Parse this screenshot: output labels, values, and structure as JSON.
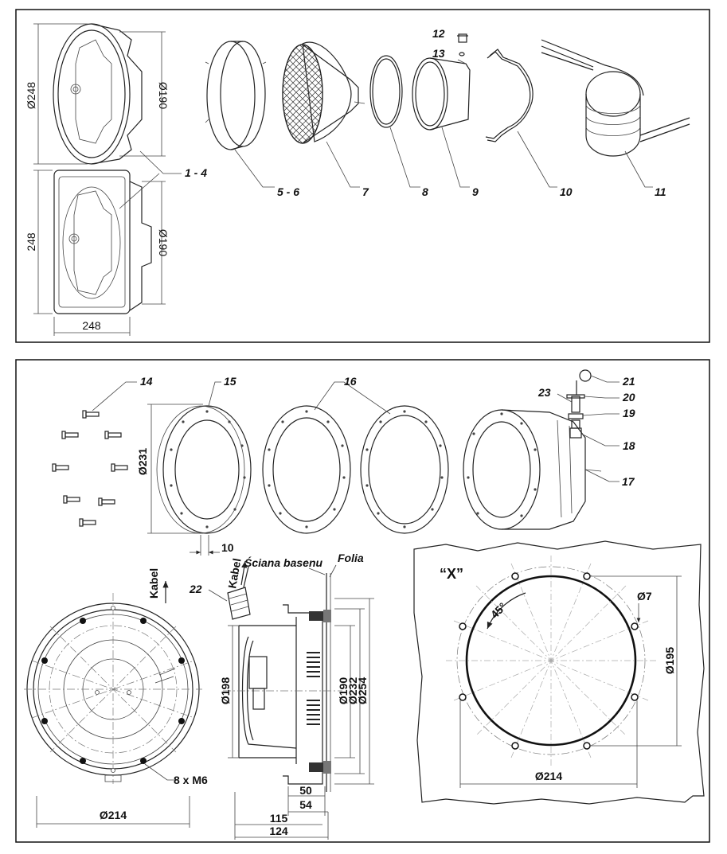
{
  "top_panel": {
    "dimensions": {
      "round_height": "Ø248",
      "round_inner": "Ø190",
      "square_height": "248",
      "square_inner": "Ø190",
      "square_width": "248"
    },
    "part_labels": [
      "1 - 4",
      "5 - 6",
      "7",
      "8",
      "9",
      "10",
      "11",
      "12",
      "13"
    ]
  },
  "bottom_panel": {
    "part_labels": [
      "14",
      "15",
      "16",
      "17",
      "18",
      "19",
      "20",
      "21",
      "22",
      "23"
    ],
    "ring_dimension": "Ø231",
    "ring_thickness": "10",
    "front_view": {
      "kabel_label": "Kabel",
      "screws_label": "8 x M6",
      "diameter": "Ø214"
    },
    "section_view": {
      "wall_label": "Ściana basenu",
      "foil_label": "Folia",
      "kabel_label": "Kabel",
      "d198": "Ø198",
      "d190": "Ø190",
      "d232": "Ø232",
      "d254": "Ø254",
      "w50": "50",
      "w54": "54",
      "w115": "115",
      "w124": "124"
    },
    "detail_x": {
      "title": "“X”",
      "angle": "45°",
      "hole": "Ø7",
      "d195": "Ø195",
      "d214": "Ø214"
    }
  }
}
